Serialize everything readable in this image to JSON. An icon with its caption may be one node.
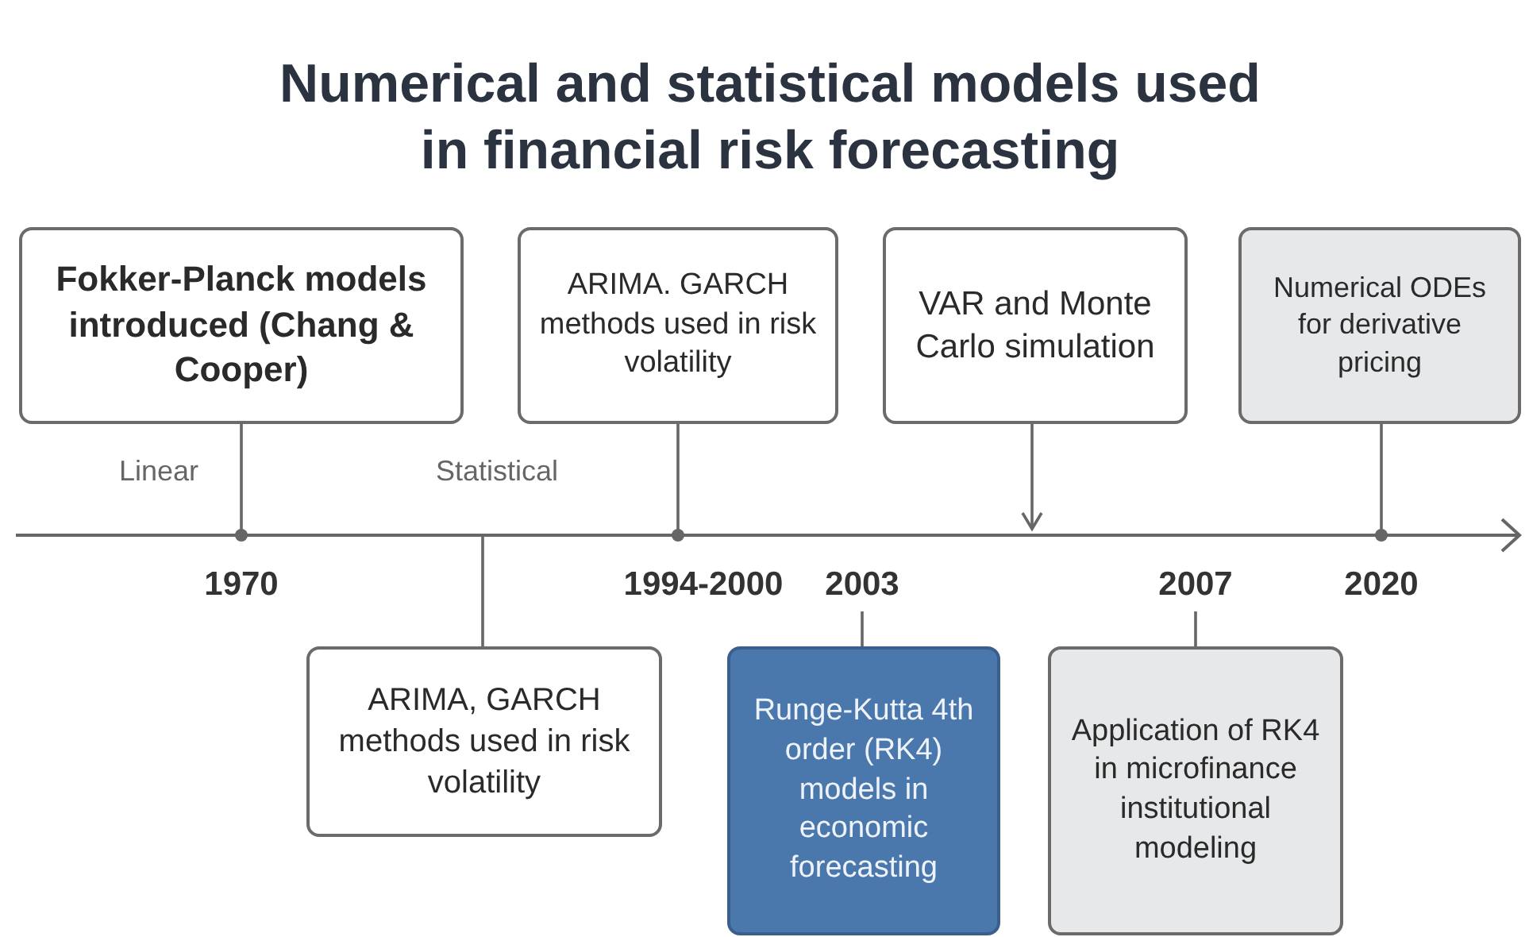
{
  "diagram": {
    "title": "Numerical and statistical models used in financial risk forecasting",
    "nodes": [
      {
        "text": [
          "Fokker-Planck models introduced (Chang & Cooper)"
        ]
      },
      {
        "text": [
          "ARIMA. GARCH methods used in risk volatility"
        ]
      },
      {
        "text": [
          "VAR and Monte Carlo simulation"
        ]
      },
      {
        "text": [
          "Numerical ODEs for derivative pricing"
        ]
      },
      {
        "text": [
          "ARIMA, GARCH methods used in risk volatility"
        ]
      },
      {
        "text": [
          "Runge-Kutta 4th order (RK4) models in economic forecasting"
        ]
      },
      {
        "text": [
          "Application of RK4 in microfinance institutional modeling"
        ]
      }
    ],
    "edges": [
      {
        "from": 0,
        "to": null,
        "arrow": "other"
      },
      {
        "from": 1,
        "to": null,
        "arrow": "other"
      },
      {
        "from": 2,
        "to": null,
        "arrow": "to"
      },
      {
        "from": 3,
        "to": null,
        "arrow": "other"
      },
      {
        "from": 4,
        "to": null,
        "arrow": "none"
      },
      {
        "from": 5,
        "to": null,
        "arrow": "none"
      },
      {
        "from": 6,
        "to": null,
        "arrow": "none"
      }
    ],
    "labels": [
      "Linear",
      "Statistical",
      "1970",
      "1994-2000",
      "2003",
      "2007",
      "2020"
    ]
  }
}
